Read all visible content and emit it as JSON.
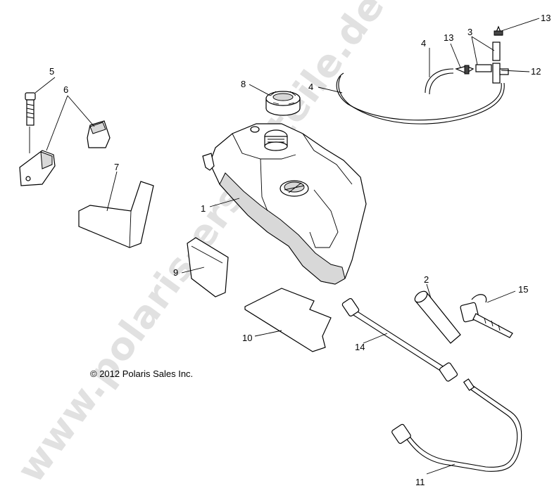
{
  "diagram": {
    "copyright": "© 2012 Polaris Sales Inc.",
    "watermark": "www.polaris-ersatzteile.de",
    "callouts": [
      {
        "id": "c1",
        "label": "1"
      },
      {
        "id": "c2",
        "label": "2"
      },
      {
        "id": "c3",
        "label": "3"
      },
      {
        "id": "c4a",
        "label": "4"
      },
      {
        "id": "c4b",
        "label": "4"
      },
      {
        "id": "c5",
        "label": "5"
      },
      {
        "id": "c6",
        "label": "6"
      },
      {
        "id": "c7",
        "label": "7"
      },
      {
        "id": "c8",
        "label": "8"
      },
      {
        "id": "c9",
        "label": "9"
      },
      {
        "id": "c10",
        "label": "10"
      },
      {
        "id": "c11",
        "label": "11"
      },
      {
        "id": "c12",
        "label": "12"
      },
      {
        "id": "c13a",
        "label": "13"
      },
      {
        "id": "c13b",
        "label": "13"
      },
      {
        "id": "c14",
        "label": "14"
      },
      {
        "id": "c15",
        "label": "15"
      }
    ]
  }
}
